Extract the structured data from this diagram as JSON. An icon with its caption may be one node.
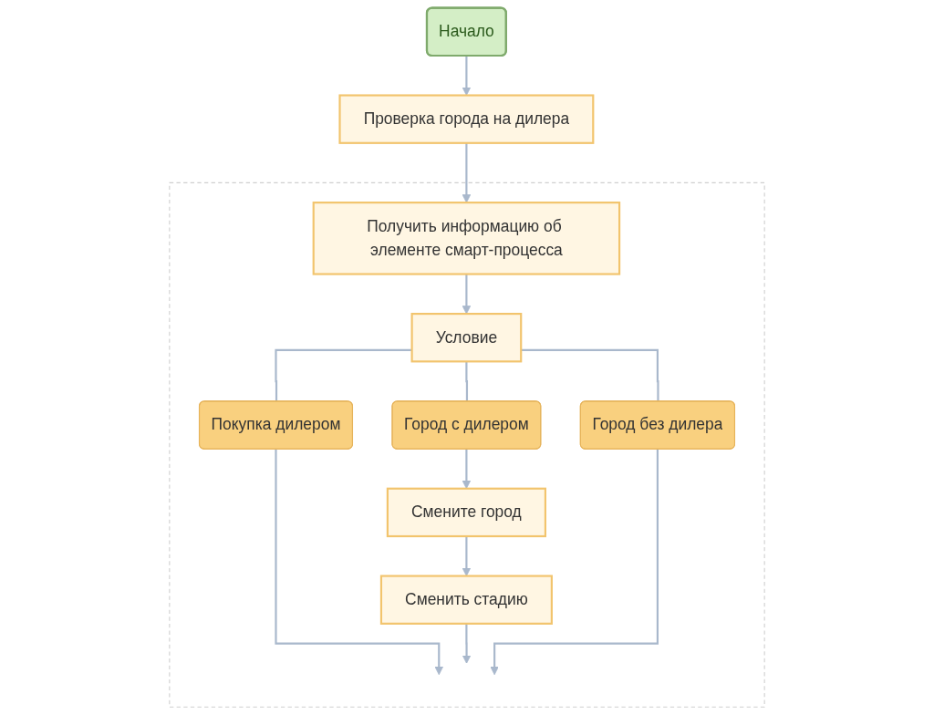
{
  "diagram": {
    "nodes": [
      {
        "text": [
          "Начало"
        ]
      },
      {
        "text": [
          "Проверка города на дилера"
        ]
      },
      {
        "text": [],
        "shape": "box"
      },
      {
        "text": [
          "Получить информацию об элементе смарт-процесса"
        ],
        "in": 2
      },
      {
        "text": [
          "Условие"
        ],
        "in": 2
      },
      {
        "text": [
          "Покупка дилером"
        ],
        "in": 2
      },
      {
        "text": [
          "Город с дилером"
        ],
        "in": 2
      },
      {
        "text": [
          "Город без дилера"
        ],
        "in": 2
      },
      {
        "text": [
          "Смените город"
        ],
        "in": 2
      },
      {
        "text": [
          "Сменить стадию"
        ],
        "in": 2
      }
    ],
    "edges": [
      {
        "from": 0,
        "to": 1,
        "arrow": "to"
      },
      {
        "from": 1,
        "to": 3,
        "arrow": "to"
      },
      {
        "from": 3,
        "to": 4,
        "arrow": "to"
      },
      {
        "from": 4,
        "to": 5,
        "arrow": "none"
      },
      {
        "from": 4,
        "to": 6,
        "arrow": "none"
      },
      {
        "from": 4,
        "to": 7,
        "arrow": "none"
      },
      {
        "from": 6,
        "to": 8,
        "arrow": "to"
      },
      {
        "from": 8,
        "to": 9,
        "arrow": "to"
      },
      {
        "from": 5,
        "to": null,
        "arrow": "to"
      },
      {
        "from": 9,
        "to": null,
        "arrow": "to"
      },
      {
        "from": 7,
        "to": null,
        "arrow": "to"
      }
    ]
  }
}
